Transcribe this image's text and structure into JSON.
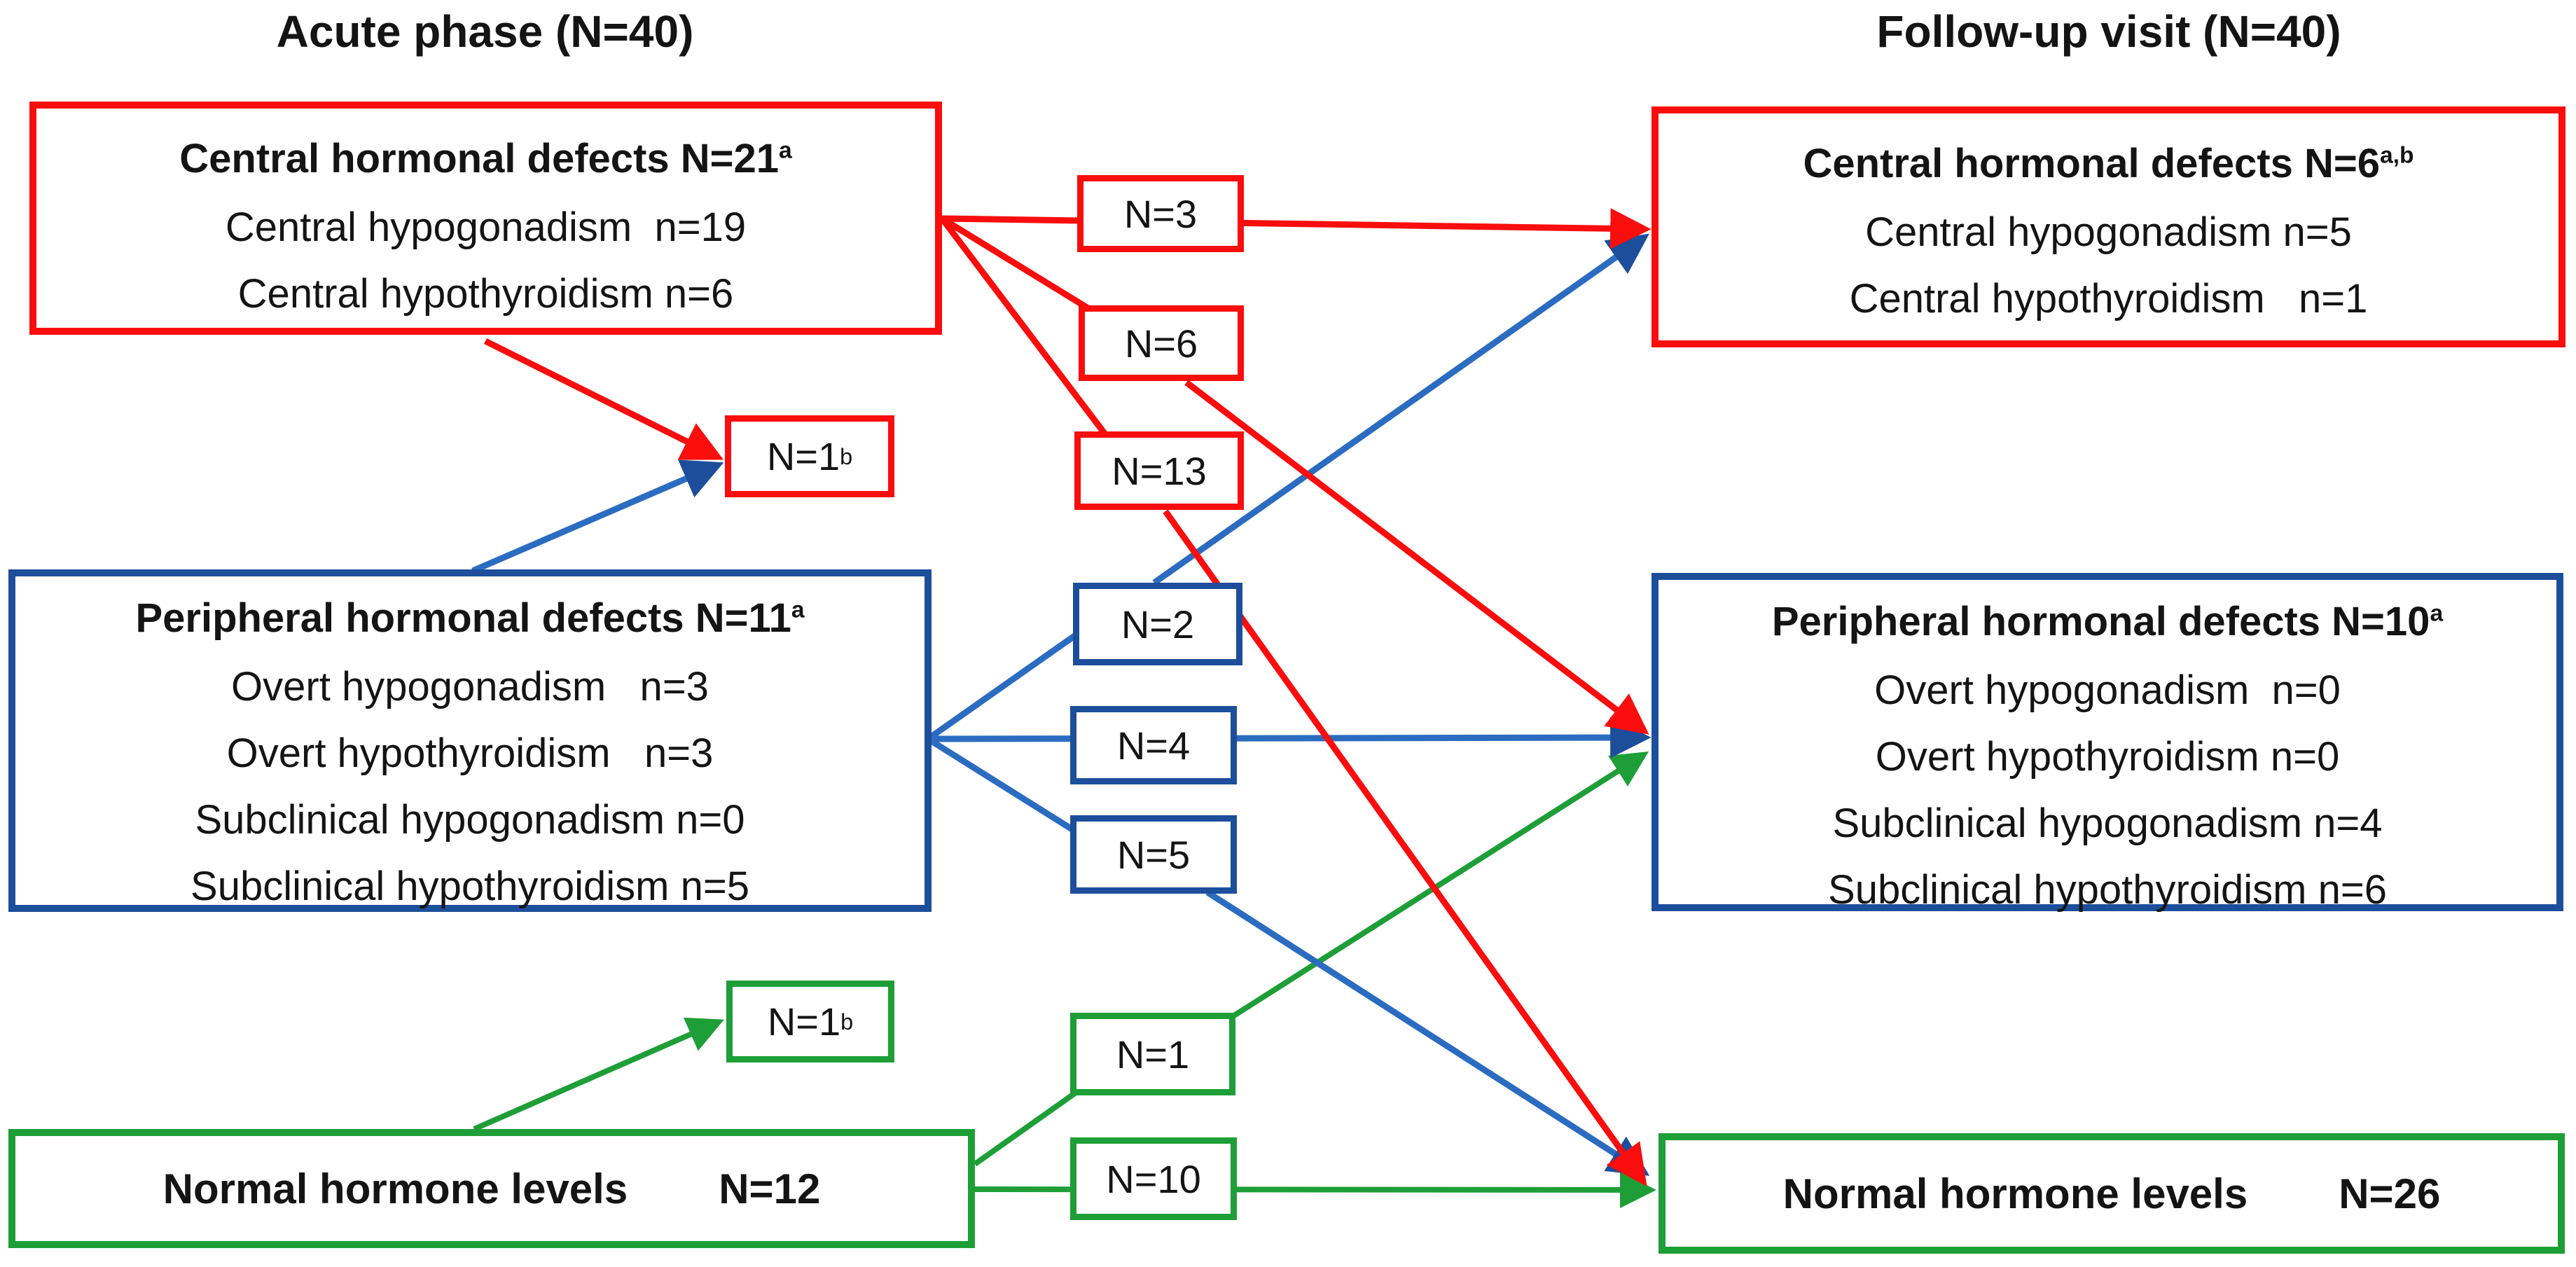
{
  "titles": {
    "acute": "Acute phase (N=40)",
    "followup": "Follow-up visit (N=40)"
  },
  "colors": {
    "red": "#f90d0d",
    "blue_border": "#1d4e9b",
    "blue_line": "#2b6cc0",
    "green": "#1e9e37",
    "text": "#141414",
    "background": "#ffffff"
  },
  "acute": {
    "central": {
      "title": "Central hormonal defects N=21",
      "sup": "a",
      "rows": [
        "Central hypogonadism  n=19",
        "Central hypothyroidism n=6"
      ]
    },
    "peripheral": {
      "title": "Peripheral hormonal defects N=11",
      "sup": "a",
      "rows": [
        "Overt hypogonadism   n=3",
        "Overt hypothyroidism   n=3",
        "Subclinical hypogonadism n=0",
        "Subclinical hypothyroidism n=5"
      ]
    },
    "normal": {
      "title": "Normal hormone levels",
      "value": "N=12"
    }
  },
  "followup": {
    "central": {
      "title": "Central hormonal defects N=6",
      "sup": "a,b",
      "rows": [
        "Central hypogonadism n=5",
        "Central hypothyroidism   n=1"
      ]
    },
    "peripheral": {
      "title": "Peripheral hormonal defects N=10",
      "sup": "a",
      "rows": [
        "Overt hypogonadism  n=0",
        "Overt hypothyroidism n=0",
        "Subclinical hypogonadism n=4",
        "Subclinical hypothyroidism n=6"
      ]
    },
    "normal": {
      "title": "Normal hormone levels",
      "value": "N=26"
    }
  },
  "flow_labels": {
    "central_to_central": "N=3",
    "central_to_peripheral": "N=6",
    "central_to_normal": "N=13",
    "central_lost": "N=1",
    "central_lost_sup": "b",
    "peripheral_to_central": "N=2",
    "peripheral_to_peripheral": "N=4",
    "peripheral_to_normal": "N=5",
    "normal_to_peripheral": "N=1",
    "normal_to_normal": "N=10",
    "normal_lost": "N=1",
    "normal_lost_sup": "b"
  }
}
